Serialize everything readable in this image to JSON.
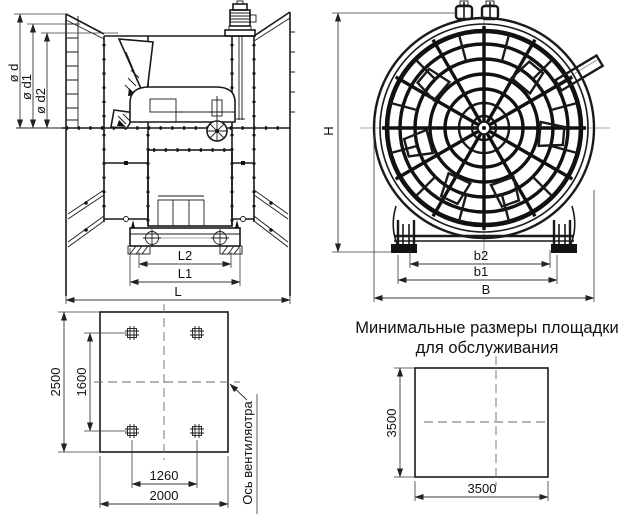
{
  "side": {
    "d": "ø d",
    "d1": "ø d1",
    "d2": "ø d2",
    "L": "L",
    "L1": "L1",
    "L2": "L2"
  },
  "front": {
    "H": "H",
    "B": "B",
    "b1": "b1",
    "b2": "b2"
  },
  "plan": {
    "height": "2500",
    "bolt_v": "1600",
    "bolt_h": "1260",
    "width": "2000",
    "axis": "Ось вентиляотра"
  },
  "platform": {
    "title1": "Минимальные размеры площадки",
    "title2": "для обслуживания",
    "height": "3500",
    "width": "3500"
  },
  "colors": {
    "line": "#1a1a1a",
    "background": "#ffffff"
  }
}
